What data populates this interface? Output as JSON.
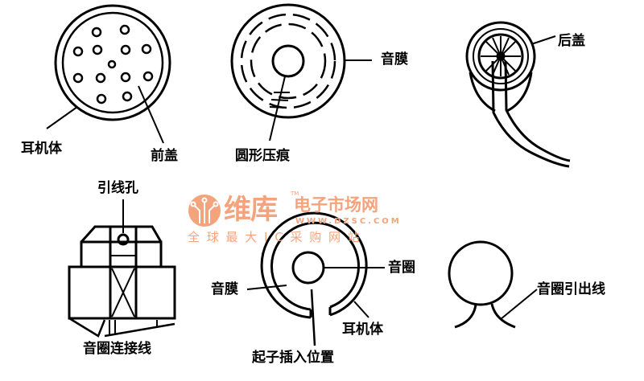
{
  "figures": {
    "front_view": {
      "labels": {
        "body": "耳机体",
        "front_cover": "前盖"
      }
    },
    "diaphragm": {
      "labels": {
        "diaphragm": "音膜",
        "circular_indent": "圆形压痕"
      }
    },
    "back_view": {
      "labels": {
        "back_cover": "后盖"
      }
    },
    "cross_section": {
      "labels": {
        "lead_hole": "引线孔",
        "coil_wire": "音圈连接线"
      }
    },
    "assembly": {
      "labels": {
        "coil": "音圈",
        "diaphragm": "音膜",
        "body": "耳机体",
        "screwdriver_position": "起子插入位置"
      }
    },
    "coil": {
      "labels": {
        "coil_leads": "音圈引出线"
      }
    }
  },
  "watermark": {
    "brand": "维库",
    "tagline": "电子市场网",
    "trademark": "TM",
    "url": "WWW.DZSC.COM",
    "slogan": "全 球 最 大 I C 采 购 网 站",
    "color": "#f4a37c"
  }
}
